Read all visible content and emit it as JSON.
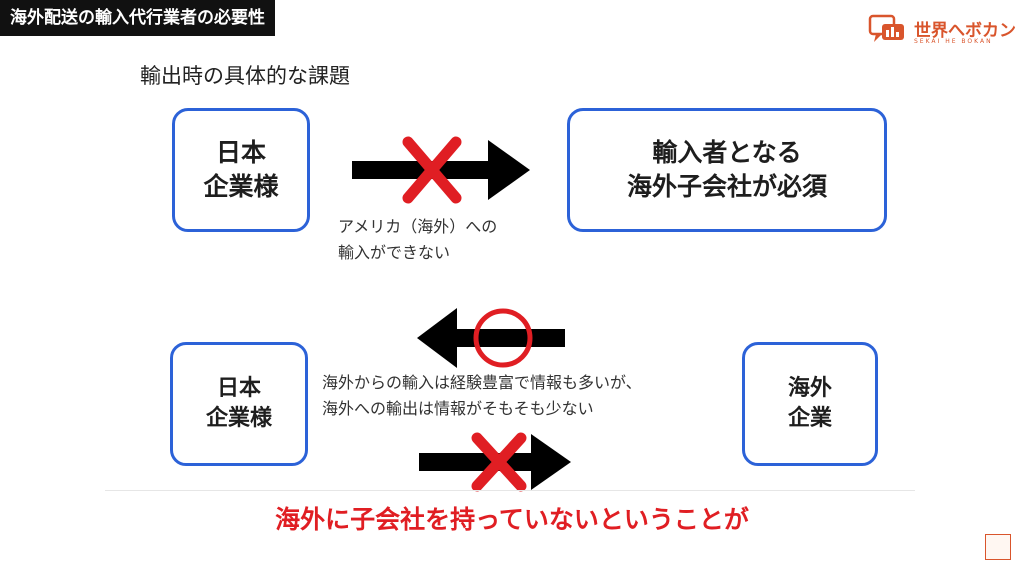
{
  "header": {
    "title": "海外配送の輸入代行業者の必要性"
  },
  "logo": {
    "name": "世界へボカン",
    "subtext": "SEKAI HE BOKAN",
    "accent_color": "#d9552c"
  },
  "slide": {
    "subtitle": "輸出時の具体的な課題",
    "top": {
      "left_box": [
        "日本",
        "企業様"
      ],
      "right_box": [
        "輸入者となる",
        "海外子会社が必須"
      ],
      "note": [
        "アメリカ（海外）への",
        "輸入ができない"
      ],
      "arrow_mark": "cross"
    },
    "bottom": {
      "left_box": [
        "日本",
        "企業様"
      ],
      "right_box": [
        "海外",
        "企業"
      ],
      "note": [
        "海外からの輸入は経験豊富で情報も多いが、",
        "海外への輸出は情報がそもそも少ない"
      ],
      "arrow_left_mark": "circle",
      "arrow_right_mark": "cross"
    },
    "box_border_color": "#2c62d8",
    "mark_color": "#e01e23"
  },
  "caption": {
    "text": "海外に子会社を持っていないということが",
    "color": "#e01e23"
  }
}
